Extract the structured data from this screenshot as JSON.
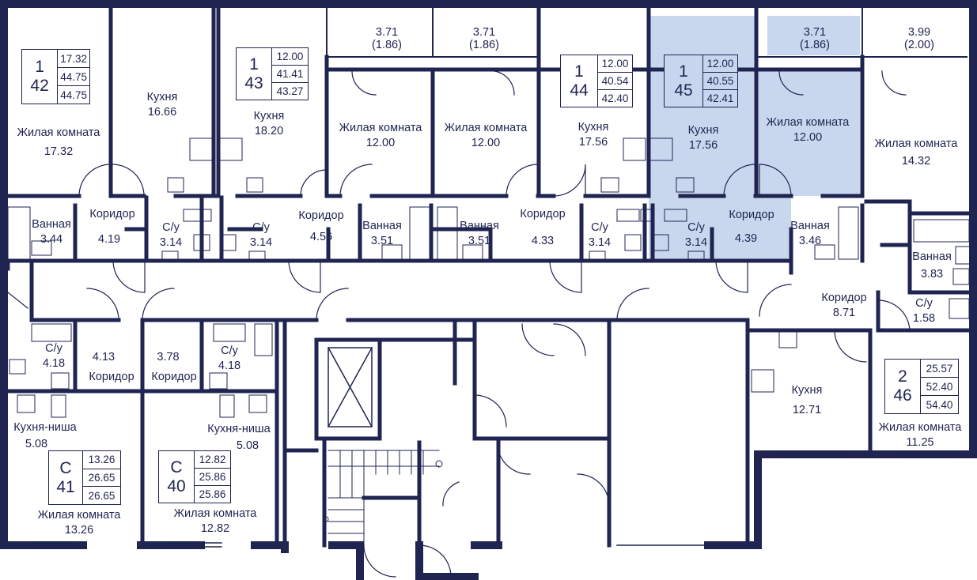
{
  "colors": {
    "wall": "#1f2450",
    "highlight": "#c8d7ee",
    "background": "#ffffff"
  },
  "apartments": [
    {
      "id": "apt-42",
      "rooms": "1",
      "number": "42",
      "areas": [
        "17.32",
        "44.75",
        "44.75"
      ],
      "selected": false
    },
    {
      "id": "apt-43",
      "rooms": "1",
      "number": "43",
      "areas": [
        "12.00",
        "41.41",
        "43.27"
      ],
      "selected": false
    },
    {
      "id": "apt-44",
      "rooms": "1",
      "number": "44",
      "areas": [
        "12.00",
        "40.54",
        "42.40"
      ],
      "selected": false
    },
    {
      "id": "apt-45",
      "rooms": "1",
      "number": "45",
      "areas": [
        "12.00",
        "40.55",
        "42.41"
      ],
      "selected": true
    },
    {
      "id": "apt-46",
      "rooms": "2",
      "number": "46",
      "areas": [
        "25.57",
        "52.40",
        "54.40"
      ],
      "selected": false
    },
    {
      "id": "apt-41",
      "rooms": "С",
      "number": "41",
      "areas": [
        "13.26",
        "26.65",
        "26.65"
      ],
      "selected": false
    },
    {
      "id": "apt-40",
      "rooms": "С",
      "number": "40",
      "areas": [
        "12.82",
        "25.86",
        "25.86"
      ],
      "selected": false
    }
  ],
  "rooms": [
    {
      "name": "Жилая комната",
      "area": "17.32"
    },
    {
      "name": "Кухня",
      "area": "16.66"
    },
    {
      "name": "Кухня",
      "area": "18.20"
    },
    {
      "name": "",
      "area": "3.71\n(1.86)"
    },
    {
      "name": "",
      "area": "3.71\n(1.86)"
    },
    {
      "name": "Жилая комната",
      "area": "12.00"
    },
    {
      "name": "Жилая комната",
      "area": "12.00"
    },
    {
      "name": "Кухня",
      "area": "17.56"
    },
    {
      "name": "Кухня",
      "area": "17.56"
    },
    {
      "name": "",
      "area": "3.71\n(1.86)"
    },
    {
      "name": "Жилая комната",
      "area": "12.00"
    },
    {
      "name": "",
      "area": "3.99\n(2.00)"
    },
    {
      "name": "Жилая комната",
      "area": "14.32"
    },
    {
      "name": "Ванная",
      "area": "3.44"
    },
    {
      "name": "Коридор",
      "area": "4.19"
    },
    {
      "name": "С/у",
      "area": "3.14"
    },
    {
      "name": "С/у",
      "area": "3.14"
    },
    {
      "name": "Коридор",
      "area": "4.56"
    },
    {
      "name": "Ванная",
      "area": "3.51"
    },
    {
      "name": "Ванная",
      "area": "3.51"
    },
    {
      "name": "Коридор",
      "area": "4.33"
    },
    {
      "name": "С/у",
      "area": "3.14"
    },
    {
      "name": "С/у",
      "area": "3.14"
    },
    {
      "name": "Коридор",
      "area": "4.39"
    },
    {
      "name": "Ванная",
      "area": "3.46"
    },
    {
      "name": "Ванная",
      "area": "3.83"
    },
    {
      "name": "Коридор",
      "area": "8.71"
    },
    {
      "name": "С/у",
      "area": "1.58"
    },
    {
      "name": "Кухня",
      "area": "12.71"
    },
    {
      "name": "Жилая комната",
      "area": "11.25"
    },
    {
      "name": "С/у",
      "area": "4.18"
    },
    {
      "name": "Коридор",
      "area": "4.13"
    },
    {
      "name": "Коридор",
      "area": "3.78"
    },
    {
      "name": "С/у",
      "area": "4.18"
    },
    {
      "name": "Кухня-ниша",
      "area": "5.08"
    },
    {
      "name": "Кухня-ниша",
      "area": "5.08"
    },
    {
      "name": "Жилая комната",
      "area": "13.26"
    },
    {
      "name": "Жилая комната",
      "area": "12.82"
    }
  ]
}
